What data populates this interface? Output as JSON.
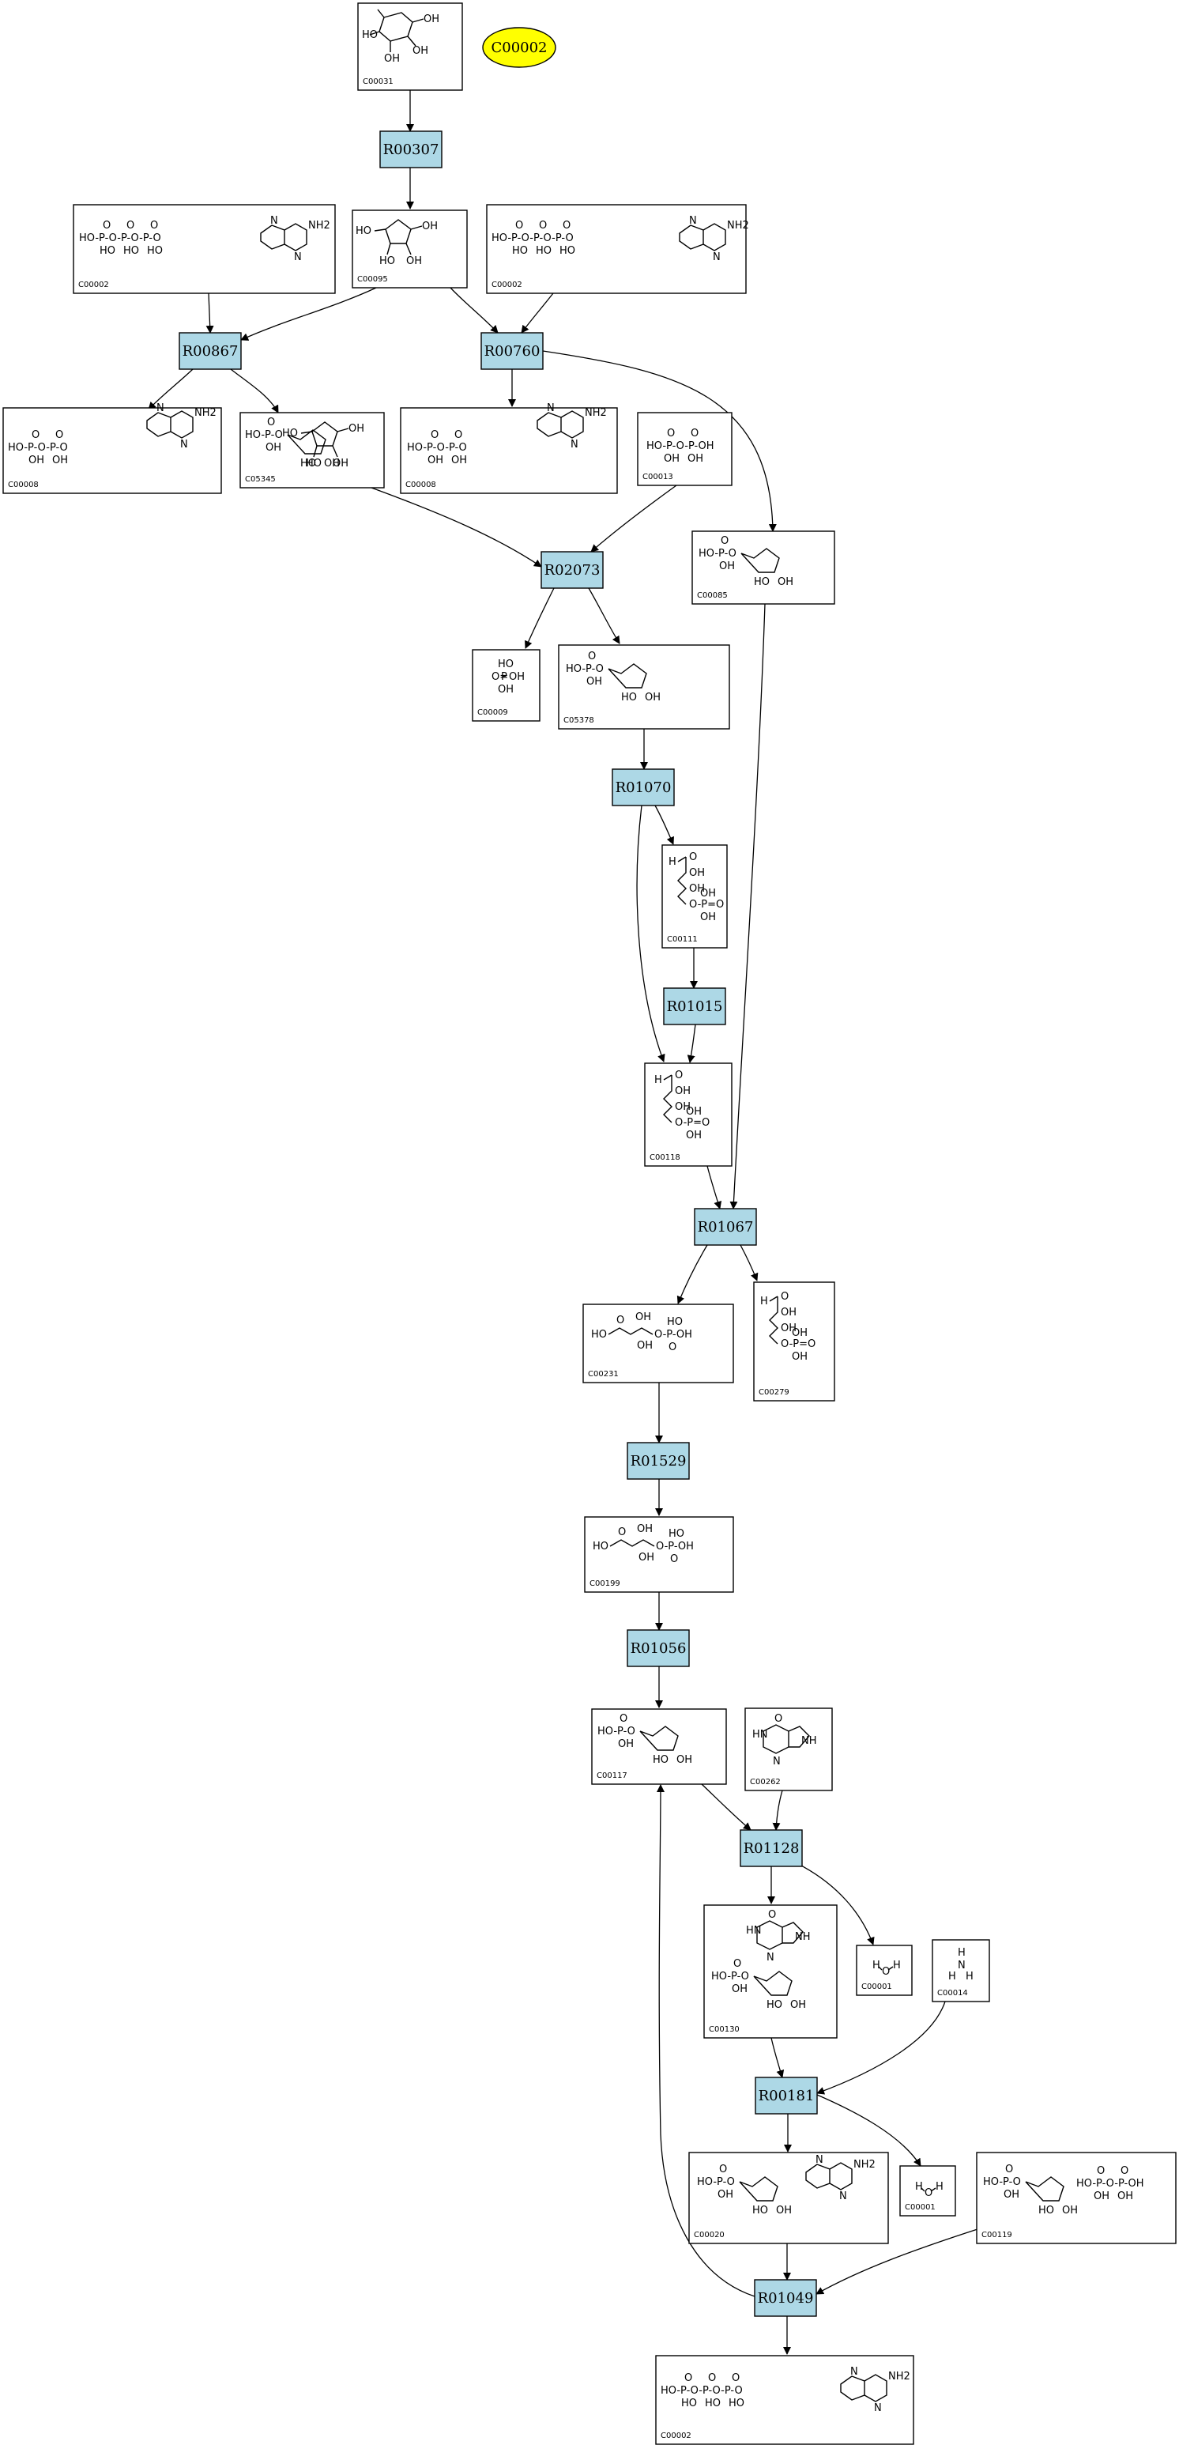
{
  "highlight": {
    "label": "C00002",
    "color": "#ffff00"
  },
  "reactions": [
    {
      "id": "R00307"
    },
    {
      "id": "R00867"
    },
    {
      "id": "R00760"
    },
    {
      "id": "R02073"
    },
    {
      "id": "R01070"
    },
    {
      "id": "R01015"
    },
    {
      "id": "R01067"
    },
    {
      "id": "R01529"
    },
    {
      "id": "R01056"
    },
    {
      "id": "R01128"
    },
    {
      "id": "R00181"
    },
    {
      "id": "R01049"
    }
  ],
  "compounds": [
    {
      "id": "C00031"
    },
    {
      "id": "C00002"
    },
    {
      "id": "C00095"
    },
    {
      "id": "C00002"
    },
    {
      "id": "C00008"
    },
    {
      "id": "C05345"
    },
    {
      "id": "C00008"
    },
    {
      "id": "C00013"
    },
    {
      "id": "C00085"
    },
    {
      "id": "C00009"
    },
    {
      "id": "C05378"
    },
    {
      "id": "C00111"
    },
    {
      "id": "C00118"
    },
    {
      "id": "C00231"
    },
    {
      "id": "C00279"
    },
    {
      "id": "C00199"
    },
    {
      "id": "C00117"
    },
    {
      "id": "C00262"
    },
    {
      "id": "C00001"
    },
    {
      "id": "C00014"
    },
    {
      "id": "C00130"
    },
    {
      "id": "C00020"
    },
    {
      "id": "C00001"
    },
    {
      "id": "C00119"
    },
    {
      "id": "C00002"
    }
  ],
  "colors": {
    "reaction_fill": "#add8e6",
    "compound_fill": "#ffffff",
    "edge": "#000000"
  }
}
